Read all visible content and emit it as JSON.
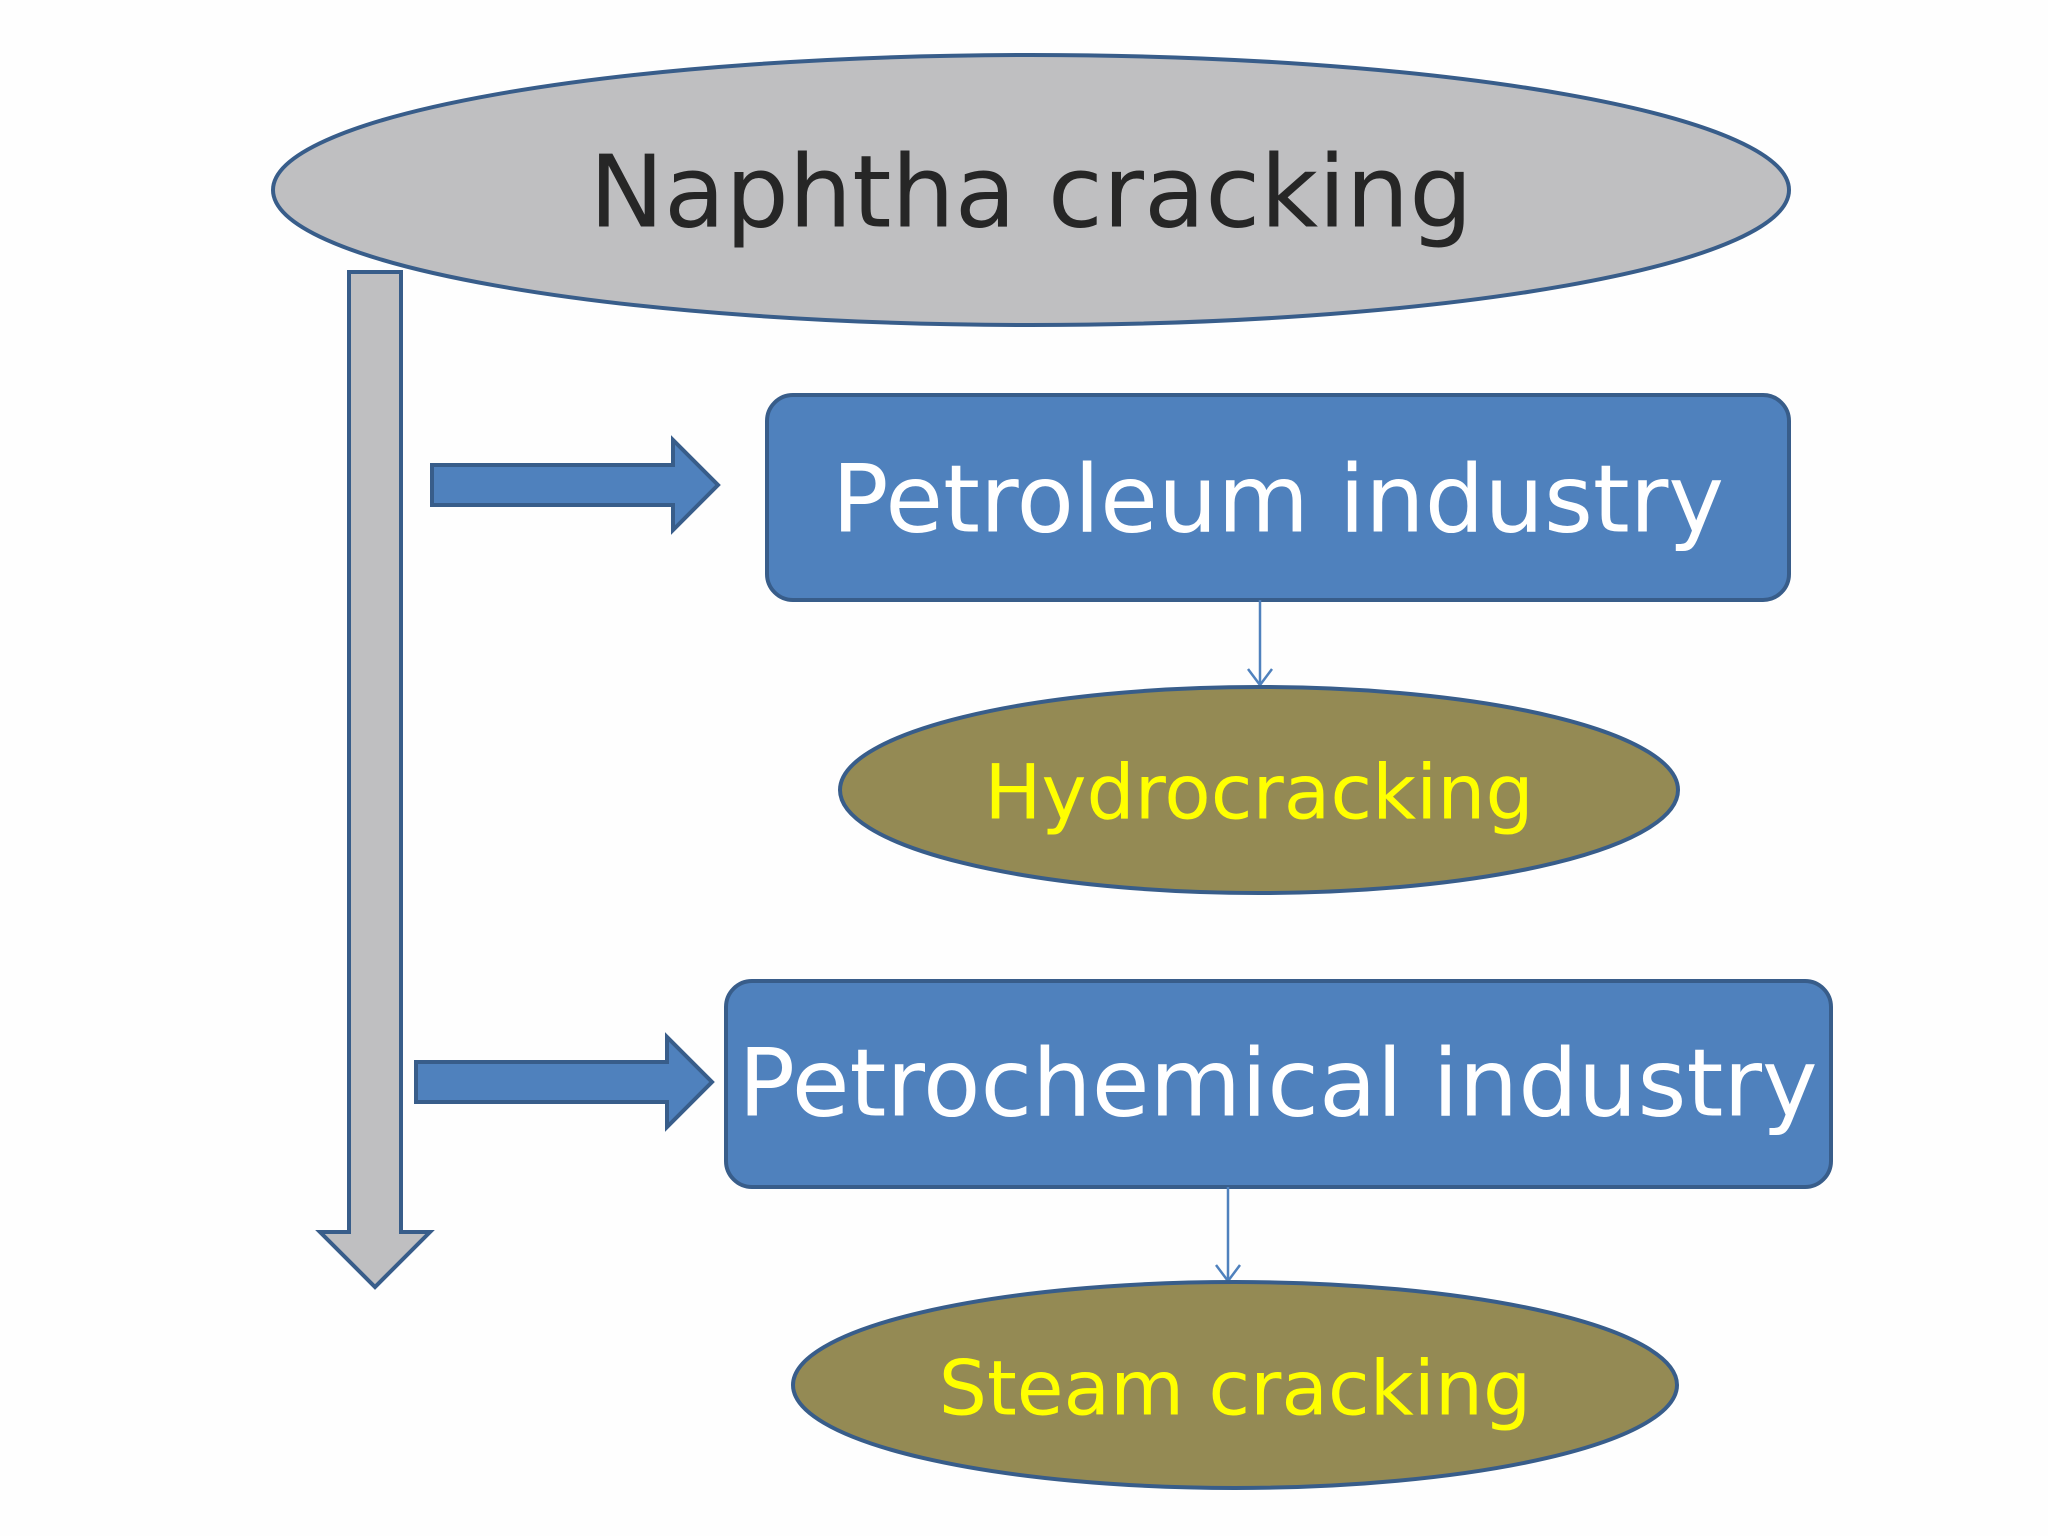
{
  "diagram": {
    "root": {
      "label": "Naphtha cracking"
    },
    "branches": [
      {
        "label": "Petroleum industry",
        "process": "Hydrocracking"
      },
      {
        "label": "Petrochemical industry",
        "process": "Steam cracking"
      }
    ]
  },
  "colors": {
    "background": "#fefefe",
    "root_fill": "#bfbfc1",
    "root_text": "#262626",
    "box_fill": "#4f81bd",
    "box_text": "#ffffff",
    "process_fill": "#948a54",
    "process_text": "#ffff00",
    "outline": "#385d8a",
    "connector": "#4f81bd",
    "trunk_fill": "#bfbfc1"
  }
}
